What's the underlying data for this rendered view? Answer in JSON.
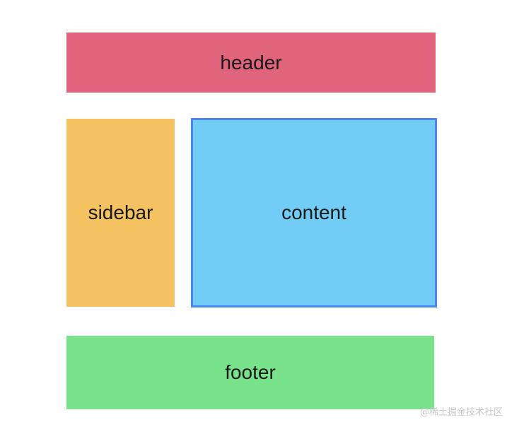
{
  "regions": {
    "header": {
      "label": "header",
      "color": "#e0647c"
    },
    "sidebar": {
      "label": "sidebar",
      "color": "#f5c262"
    },
    "content": {
      "label": "content",
      "color": "#72cdf6",
      "border_color": "#4a86f0"
    },
    "footer": {
      "label": "footer",
      "color": "#79e38b"
    }
  },
  "watermark": "@稀土掘金技术社区"
}
